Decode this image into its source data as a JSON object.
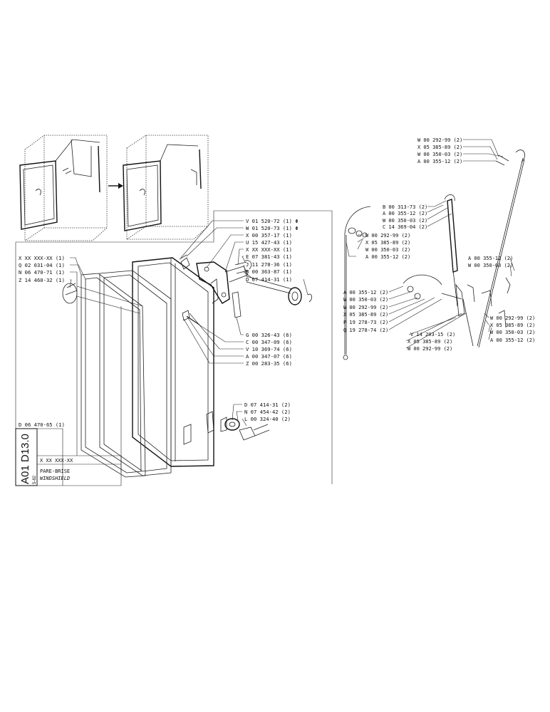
{
  "title_block": {
    "drawing_number": "A01 D13.0",
    "date_code": "5-82",
    "part_number": "X XX XXX-XX",
    "title_fr": "PARE-BRISE",
    "title_en": "WINDSHIELD"
  },
  "frame_labels": {
    "ref_x_xx": "X XX XXX-XX (1)",
    "q_02031": "Q 02 031-04 (1)",
    "n_06470": "N 06 470-71 (1)",
    "z_14460": "Z 14 460-32 (1)",
    "d_06470": "D 06 470-65 (1)"
  },
  "hinge_labels": [
    "V 01 520-72 (1) Φ",
    "W 01 520-73 (1) Φ",
    "X 00 357-17 (1)",
    "U 15 427-43 (1)",
    "X XX XXX-XX (1)",
    "E 07 381-43 (1)",
    "J 11 278-36 (1)",
    "B 00 363-87 (1)",
    "D 07 414-31 (1)"
  ],
  "latch_labels": [
    "G 00 326-43 (6)",
    "C 00 347-09 (6)",
    "V 10 369-74 (6)",
    "A 00 347-07 (6)",
    "Z 00 283-35 (6)"
  ],
  "lower_labels": [
    "D 07 414-31 (2)",
    "N 07 454-42 (2)",
    "L 00 324-40 (2)"
  ],
  "top_right_labels": [
    "W 00 292-99 (2)",
    "X 05 385-89 (2)",
    "W 00 350-03 (2)",
    "A 00 355-12 (2)"
  ],
  "strut_labels": [
    "B 00 313-73 (2)",
    "A 00 355-12 (2)",
    "W 00 350-03 (2)",
    "C 14 369-04 (2)",
    "W 00 292-99 (2)",
    "X 05 385-89 (2)",
    "W 00 350-03 (2)",
    "A 00 355-12 (2)"
  ],
  "right_mid_labels": [
    "A 00 355-12 (2)",
    "W 00 350-03 (2)"
  ],
  "left_mid_labels": [
    "A 00 355-12 (2)",
    "W 00 350-03 (2)",
    "W 00 292-99 (2)",
    "X 05 385-89 (2)",
    "P 19 278-73 (2)",
    "Q 19 278-74 (2)"
  ],
  "right_low_labels": [
    "W 00 292-99 (2)",
    "X 05 385-89 (2)",
    "W 00 350-03 (2)",
    "A 00 355-12 (2)"
  ],
  "bottom_mid_labels": [
    "V 14 203-15 (2)",
    "X 05 385-89 (2)",
    "W 00 292-99 (2)"
  ]
}
